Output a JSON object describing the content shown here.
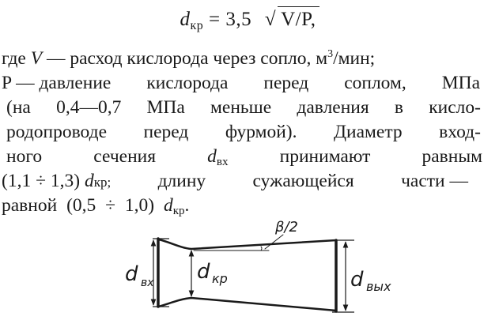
{
  "formula": {
    "lhs_var": "d",
    "lhs_sub": "кр",
    "equals": "=",
    "coefficient": "3,5",
    "radical": "√",
    "radicand": "V/P,"
  },
  "paragraph": {
    "line1": {
      "a": "где",
      "b": "V",
      "c": "— расход кислорода через сопло,  м",
      "sup": "3",
      "d": "/мин;"
    },
    "line2": [
      "P — давление",
      "кислорода",
      "перед",
      "соплом,",
      "МПа"
    ],
    "line3": [
      "(на",
      "0,4—0,7",
      "МПа",
      "меньше",
      "давления",
      "в",
      "кисло-"
    ],
    "line4": [
      "родопроводе",
      "перед",
      "фурмой).",
      "Диаметр",
      "вход-"
    ],
    "line5": {
      "w1": "ного",
      "w2": "сечения",
      "dvar": "d",
      "dsub": "вх",
      "w3": "принимают",
      "w4": "равным"
    },
    "line6": {
      "range": "(1,1 ÷ 1,3)",
      "dvar": "d",
      "dsub": "кр;",
      "w1": "длину",
      "w2": "сужающейся",
      "w3": "части —"
    },
    "line7": {
      "a": "равной",
      "range": "(0,5 ÷ 1,0)",
      "dvar": "d",
      "dsub": "кр",
      "end": "."
    }
  },
  "diagram": {
    "labels": {
      "inlet": {
        "main": "d",
        "sub": "вх"
      },
      "critical": {
        "main": "d",
        "sub": "кр"
      },
      "outlet": {
        "main": "d",
        "sub": "вых"
      },
      "angle": "β/2"
    },
    "stroke_color": "#1a1a1a"
  }
}
